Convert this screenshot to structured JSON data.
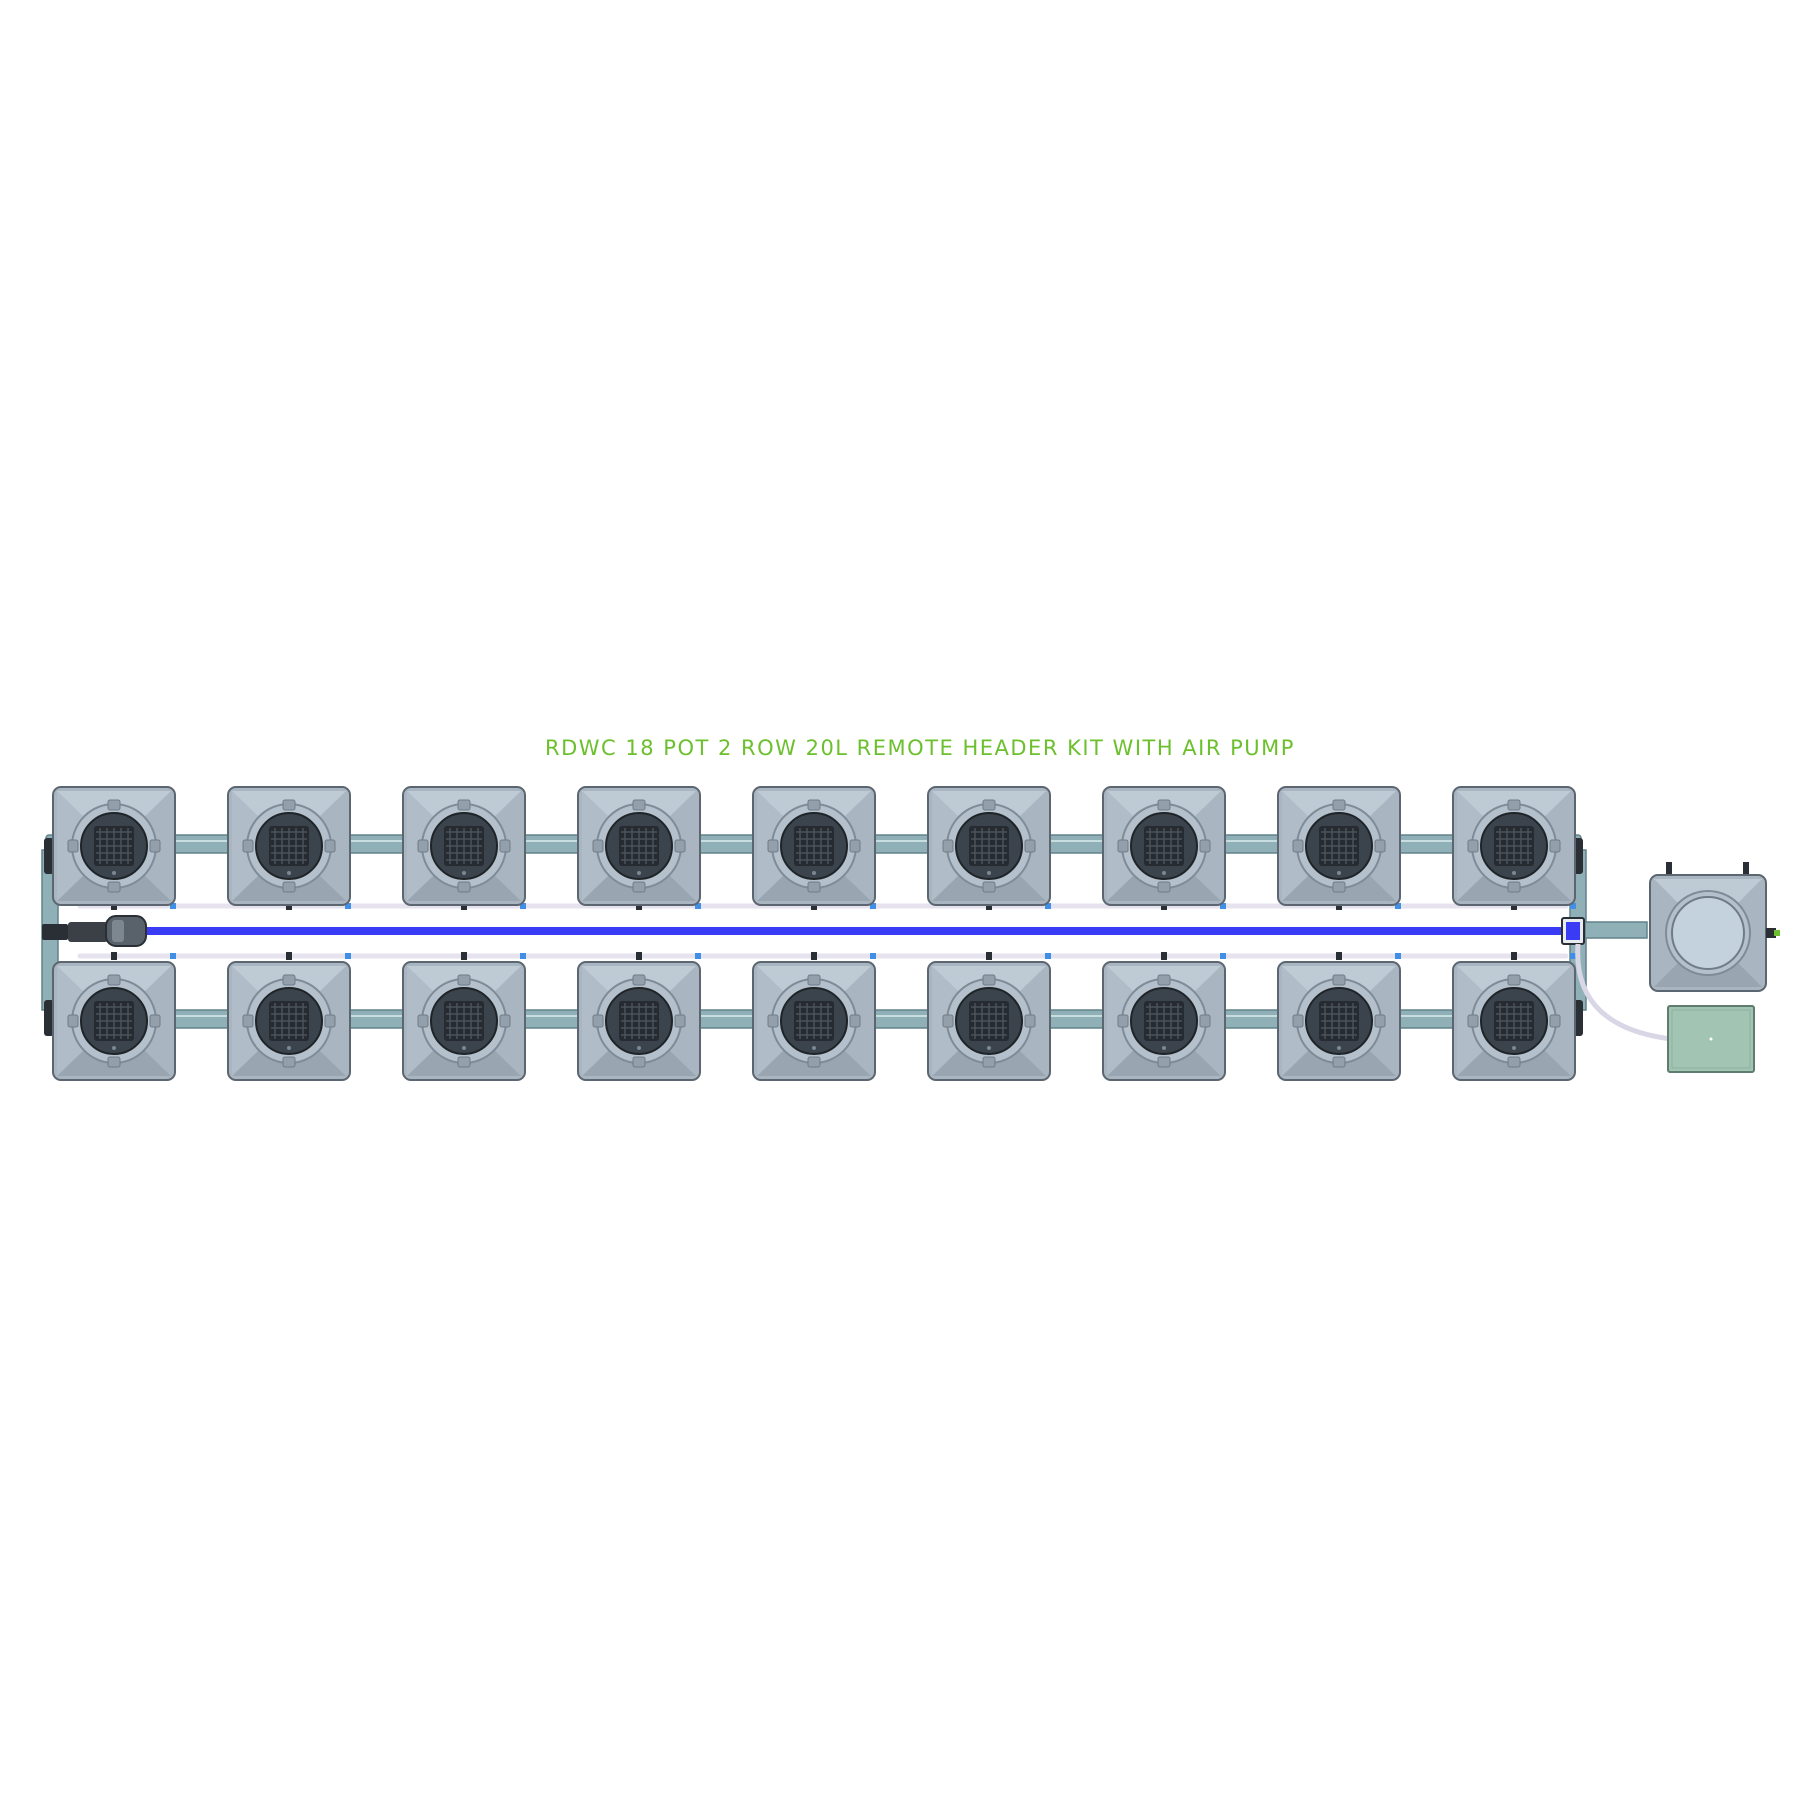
{
  "title": "RDWC 18 POT 2 ROW 20L REMOTE HEADER KIT WITH AIR PUMP",
  "layout": {
    "rows": 2,
    "pots_per_row": 9,
    "total_pots": 18
  },
  "colors": {
    "title": "#6cc02e",
    "pot_body": "#a9b6c2",
    "pot_highlight": "#c6d0da",
    "pot_shadow": "#8c99a6",
    "pot_outline": "#5c6670",
    "net_pot": "#3b434c",
    "basket": "#262b31",
    "pipe": "#8fb0b6",
    "pipe_edge": "#62838a",
    "air_line": "#e6e3ef",
    "air_fitting": "#3f8fe8",
    "return_line": "#3a3cf5",
    "header_lid": "#c4d2de",
    "air_pump": "#a2c4b3",
    "air_pump_edge": "#5e7d6f"
  }
}
